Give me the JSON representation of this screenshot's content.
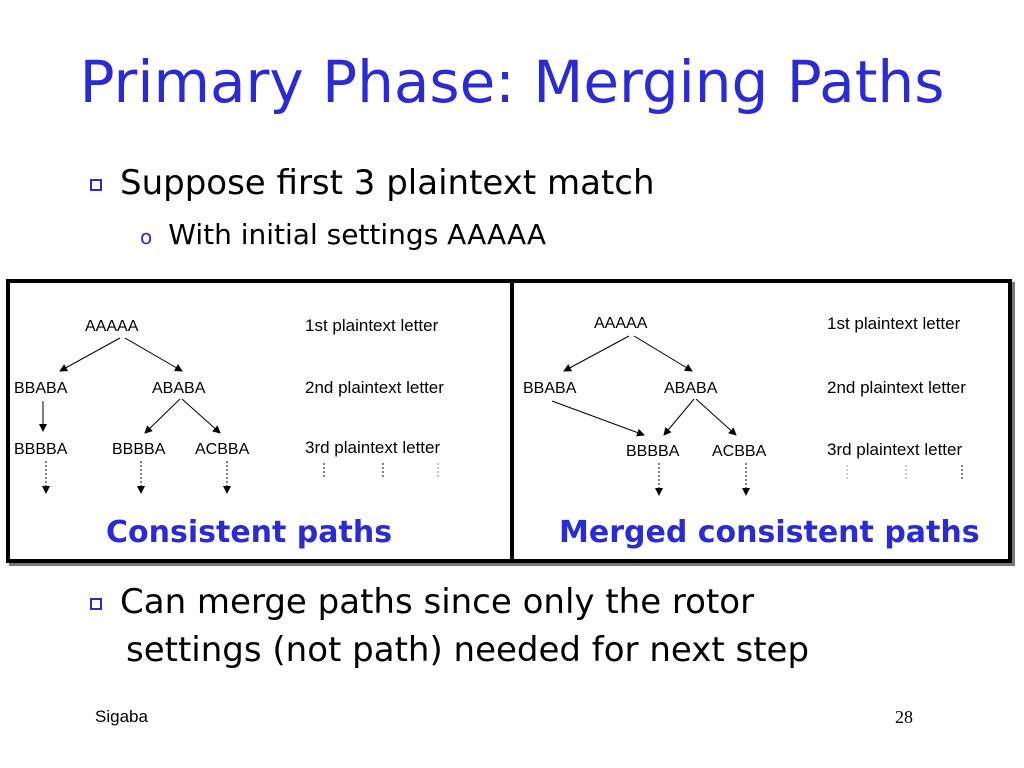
{
  "slide": {
    "title": "Primary Phase: Merging Paths",
    "bullets": [
      {
        "text": "Suppose first 3 plaintext match"
      },
      {
        "text": "Can merge paths since only the rotor"
      },
      {
        "text": "settings (not path) needed for next step"
      }
    ],
    "sub_bullets": [
      {
        "marker": "o",
        "text": "With initial settings AAAAA"
      }
    ],
    "footer": {
      "left": "Sigaba",
      "page_number": "28"
    },
    "colors": {
      "accent": "#2b2bd6",
      "text": "#000000"
    }
  },
  "diagram_left": {
    "caption": "Consistent paths",
    "root": "AAAAA",
    "level2": [
      "BBABA",
      "ABABA"
    ],
    "level3": [
      "BBBBA",
      "BBBBA",
      "ACBBA"
    ],
    "plaintext_labels": [
      "1st plaintext letter",
      "2nd plaintext letter",
      "3rd plaintext letter"
    ]
  },
  "diagram_right": {
    "caption": "Merged consistent paths",
    "root": "AAAAA",
    "level2": [
      "BBABA",
      "ABABA"
    ],
    "level3": [
      "BBBBA",
      "ACBBA"
    ],
    "plaintext_labels": [
      "1st plaintext letter",
      "2nd plaintext letter",
      "3rd plaintext letter"
    ]
  }
}
